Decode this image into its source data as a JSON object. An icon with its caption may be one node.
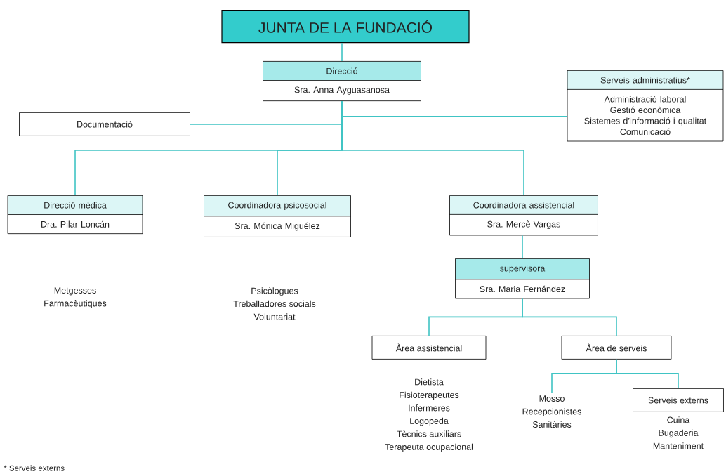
{
  "diagram": {
    "nodes": [
      {
        "text": [
          "JUNTA DE LA FUNDACIÓ"
        ]
      },
      {
        "text": [
          "Direcció",
          "Sra. Anna Ayguasanosa"
        ]
      },
      {
        "text": [
          "Documentació"
        ]
      },
      {
        "text": [
          "Serveis administratius*",
          "Administració laboral",
          "Gestió econòmica",
          "Sistemes d’informació i qualitat",
          "Comunicació"
        ]
      },
      {
        "text": [
          "Direcció mèdica",
          "Dra. Pilar Loncán"
        ],
        "beside": [
          "Metgesses",
          "Farmacèutiques"
        ]
      },
      {
        "text": [
          "Coordinadora psicosocial",
          "Sra. Mónica Miguélez"
        ],
        "beside": [
          "Psicòlogues",
          "Treballadores socials",
          "Voluntariat"
        ]
      },
      {
        "text": [
          "Coordinadora assistencial",
          "Sra. Mercè Vargas"
        ]
      },
      {
        "text": [
          "supervisora",
          "Sra. Maria Fernández"
        ]
      },
      {
        "text": [
          "Àrea assistencial"
        ],
        "beside": [
          "Dietista",
          "Fisioterapeutes",
          "Infermeres",
          "Logopeda",
          "Tècnics auxiliars",
          "Terapeuta ocupacional"
        ]
      },
      {
        "text": [
          "Àrea de serveis"
        ]
      },
      {
        "text": [
          "Serveis externs"
        ],
        "beside": [
          "Cuina",
          "Bugaderia",
          "Manteniment"
        ]
      },
      {
        "text": [
          "Mosso",
          "Recepcionistes",
          "Sanitàries"
        ]
      }
    ],
    "edges": [
      {
        "from": 0,
        "to": 1,
        "arrow": "none"
      },
      {
        "from": 1,
        "to": 2,
        "arrow": "none"
      },
      {
        "from": 1,
        "to": 3,
        "arrow": "none"
      },
      {
        "from": 1,
        "to": 4,
        "arrow": "none"
      },
      {
        "from": 1,
        "to": 5,
        "arrow": "none"
      },
      {
        "from": 1,
        "to": 6,
        "arrow": "none"
      },
      {
        "from": 6,
        "to": 7,
        "arrow": "none"
      },
      {
        "from": 7,
        "to": 8,
        "arrow": "none"
      },
      {
        "from": 7,
        "to": 9,
        "arrow": "none"
      },
      {
        "from": 9,
        "to": 11,
        "arrow": "none"
      },
      {
        "from": 9,
        "to": 10,
        "arrow": "none"
      }
    ],
    "labels": [
      "* Serveis externs"
    ]
  }
}
